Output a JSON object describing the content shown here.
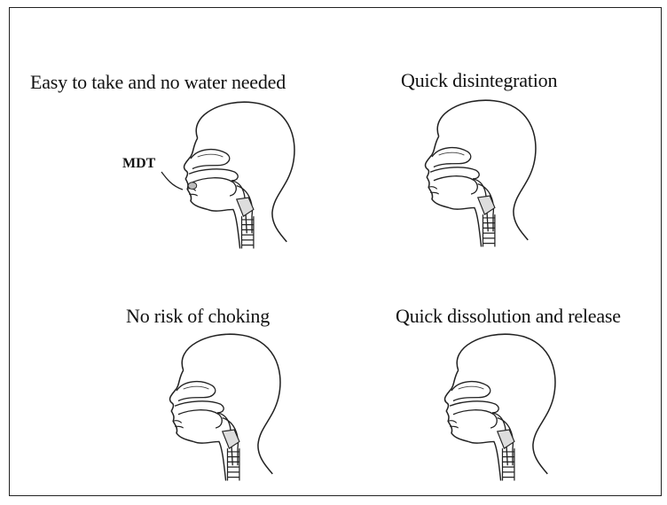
{
  "panels": [
    {
      "caption": "Easy to take and no water needed",
      "label": "MDT"
    },
    {
      "caption": "Quick disintegration"
    },
    {
      "caption": "No risk of choking"
    },
    {
      "caption": "Quick dissolution and release"
    }
  ]
}
